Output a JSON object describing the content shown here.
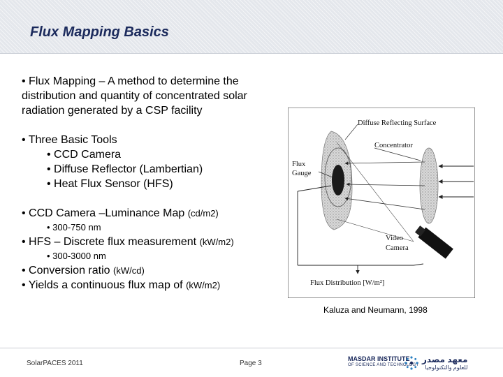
{
  "slide": {
    "title": "Flux Mapping Basics",
    "b1": "• Flux Mapping – A method to determine the distribution and quantity of concentrated solar radiation generated by a CSP facility",
    "b2": "• Three Basic Tools",
    "tools": [
      "• CCD Camera",
      "• Diffuse Reflector (Lambertian)",
      "• Heat Flux Sensor (HFS)"
    ],
    "ccd_main": "• CCD Camera –Luminance Map",
    "ccd_unit": "(cd/m2)",
    "ccd_range": "• 300-750 nm",
    "hfs_main": "• HFS – Discrete flux measurement",
    "hfs_unit": "(kW/m2)",
    "hfs_range": "• 300-3000 nm",
    "conv_main": "• Conversion ratio",
    "conv_unit": "(kW/cd)",
    "yield_main": "• Yields a continuous flux map of",
    "yield_unit": "(kW/m2)"
  },
  "figure": {
    "label_surface": "Diffuse Reflecting Surface",
    "label_concentrator": "Concentrator",
    "label_gauge_1": "Flux",
    "label_gauge_2": "Gauge",
    "label_camera_1": "Video",
    "label_camera_2": "Camera",
    "label_distribution": "Flux Distribution [W/m²]",
    "caption": "Kaluza and Neumann, 1998"
  },
  "footer": {
    "left": "SolarPACES 2011",
    "page": "Page 3",
    "logo_line1": "MASDAR INSTITUTE",
    "logo_line2": "OF SCIENCE AND TECHNOLOGY",
    "logo_ar1": "معهد مصدر",
    "logo_ar2": "للعلوم والتكنولوجيا"
  }
}
